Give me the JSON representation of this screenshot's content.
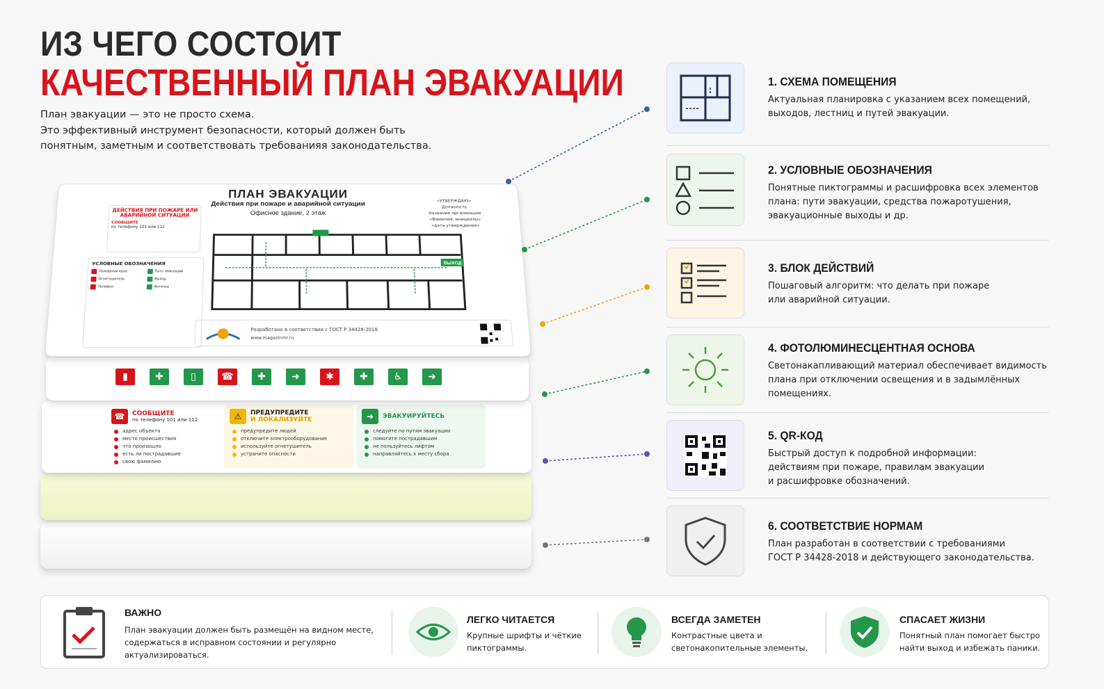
{
  "heading": {
    "line1": "ИЗ ЧЕГО СОСТОИТ",
    "line2": "КАЧЕСТВЕННЫЙ ПЛАН ЭВАКУАЦИИ"
  },
  "intro": [
    "План эвакуации — это не просто схема.",
    "Это эффективный инструмент безопасности, который должен быть",
    "понятным, заметным и соответствовать требованияя законодательства."
  ],
  "plan": {
    "title": "ПЛАН ЭВАКУАЦИИ",
    "subtitle": "Действия при пожаре и аварийной ситуации",
    "building": "Офисное здание, 2 этаж",
    "approve": [
      "«УТВЕРЖДАЮ»",
      "Должность",
      "Название организации",
      "«Фамилия, инициалы»",
      "«дата утверждения»"
    ],
    "actions_title": "ДЕЙСТВИЯ ПРИ ПОЖАРЕ ИЛИ АВАРИЙНОЙ СИТУАЦИИ",
    "actions_call": "СООБЩИТЕ",
    "actions_phone": "по телефону 101 или 112",
    "legend_title": "УСЛОВНЫЕ ОБОЗНАЧЕНИЯ",
    "legend": [
      "Пожарный кран",
      "Путь эвакуации",
      "Огнетушитель",
      "Выход",
      "Телефон",
      "Аптечка"
    ],
    "exit_label": "ВЫХОД",
    "footer_text": "Разработано в соответствии с ГОСТ Р 34428-2018",
    "footer_url": "www.magazinmr.ru"
  },
  "action_cards": [
    {
      "title": "СООБЩИТЕ",
      "sub": "по телефону 101 или 112",
      "color": "#d8141b",
      "bg": "#fdf0f0",
      "items": [
        "адрес объекта",
        "место происшествия",
        "что произошло",
        "есть ли пострадавшие",
        "свою фамилию"
      ]
    },
    {
      "title": "ПРЕДУПРЕДИТЕ",
      "sub": "И ЛОКАЛИЗУЙТЕ",
      "color": "#f2b705",
      "bg": "#fdf8e6",
      "items": [
        "предупредите людей",
        "отключите электрооборудование",
        "используйте огнетушитель",
        "устраните опасности"
      ]
    },
    {
      "title": "ЭВАКУИРУЙТЕСЬ",
      "sub": "",
      "color": "#23974a",
      "bg": "#eef7f0",
      "items": [
        "следуйте по путям эвакуации",
        "помогите пострадавшим",
        "не пользуйтесь лифтом",
        "направляйтесь к месту сбора"
      ]
    }
  ],
  "features": [
    {
      "title": "1. СХЕМА ПОМЕЩЕНИЯ",
      "icon": "floorplan-icon",
      "lines": [
        "Актуальная планировка с указанием всех помещений,",
        "выходов, лестниц и путей эвакуации."
      ],
      "box_bg": "#eaf1fb",
      "dot": "#3b5fa8"
    },
    {
      "title": "2. УСЛОВНЫЕ ОБОЗНАЧЕНИЯ",
      "icon": "symbols-icon",
      "lines": [
        "Понятные пиктограммы и расшифровка всех элементов",
        "плана: пути эвакуации, средства пожаротушения,",
        "эвакуационные выходы и др."
      ],
      "box_bg": "#edf6ec",
      "dot": "#23974a"
    },
    {
      "title": "3. БЛОК ДЕЙСТВИЙ",
      "icon": "checklist-icon",
      "lines": [
        "Пошаговый алгоритм: что делать при пожаре",
        "или аварийной ситуации."
      ],
      "box_bg": "#fdf4e3",
      "dot": "#f2a20c"
    },
    {
      "title": "4. ФОТОЛЮМИНЕСЦЕНТНАЯ ОСНОВА",
      "icon": "sun-icon",
      "lines": [
        "Светонакапливающий материал обеспечивает видимость",
        "плана при отключении освещения и в задымлённых",
        "помещениях."
      ],
      "box_bg": "#eef6ea",
      "dot": "#23974a"
    },
    {
      "title": "5. QR-КОД",
      "icon": "qr-code-icon",
      "lines": [
        "Быстрый доступ к подробной информации:",
        "действиям при пожаре, правилам эвакуации",
        "и расшифровке обозначений."
      ],
      "box_bg": "#efeef9",
      "dot": "#5a54b4"
    },
    {
      "title": "6. СООТВЕТСТВИЕ НОРМАМ",
      "icon": "shield-check-icon",
      "lines": [
        "План разработан в соответствии с требованиями",
        "ГОСТ Р 34428-2018 и действующего законодательства."
      ],
      "box_bg": "#f0f0f0",
      "dot": "#777777"
    }
  ],
  "bottom": {
    "important": {
      "title": "ВАЖНО",
      "lines": [
        "План эвакуации должен быть размещён на видном месте,",
        "содержаться в исправном состоянии и регулярно",
        "актуализироваться."
      ]
    },
    "items": [
      {
        "title": "ЛЕГКО ЧИТАЕТСЯ",
        "icon": "eye-icon",
        "lines": [
          "Крупные шрифты и чёткие",
          "пиктограммы."
        ]
      },
      {
        "title": "ВСЕГДА ЗАМЕТЕН",
        "icon": "lightbulb-icon",
        "lines": [
          "Контрастные цвета и",
          "светонакопительные элементы."
        ]
      },
      {
        "title": "СПАСАЕТ ЖИЗНИ",
        "icon": "shield-heart-icon",
        "lines": [
          "Понятный план помогает быстро",
          "найти выход и избежать паники."
        ]
      }
    ]
  },
  "colors": {
    "accent_red": "#d8141b",
    "accent_green": "#23974a",
    "dark": "#2b2b2b"
  }
}
